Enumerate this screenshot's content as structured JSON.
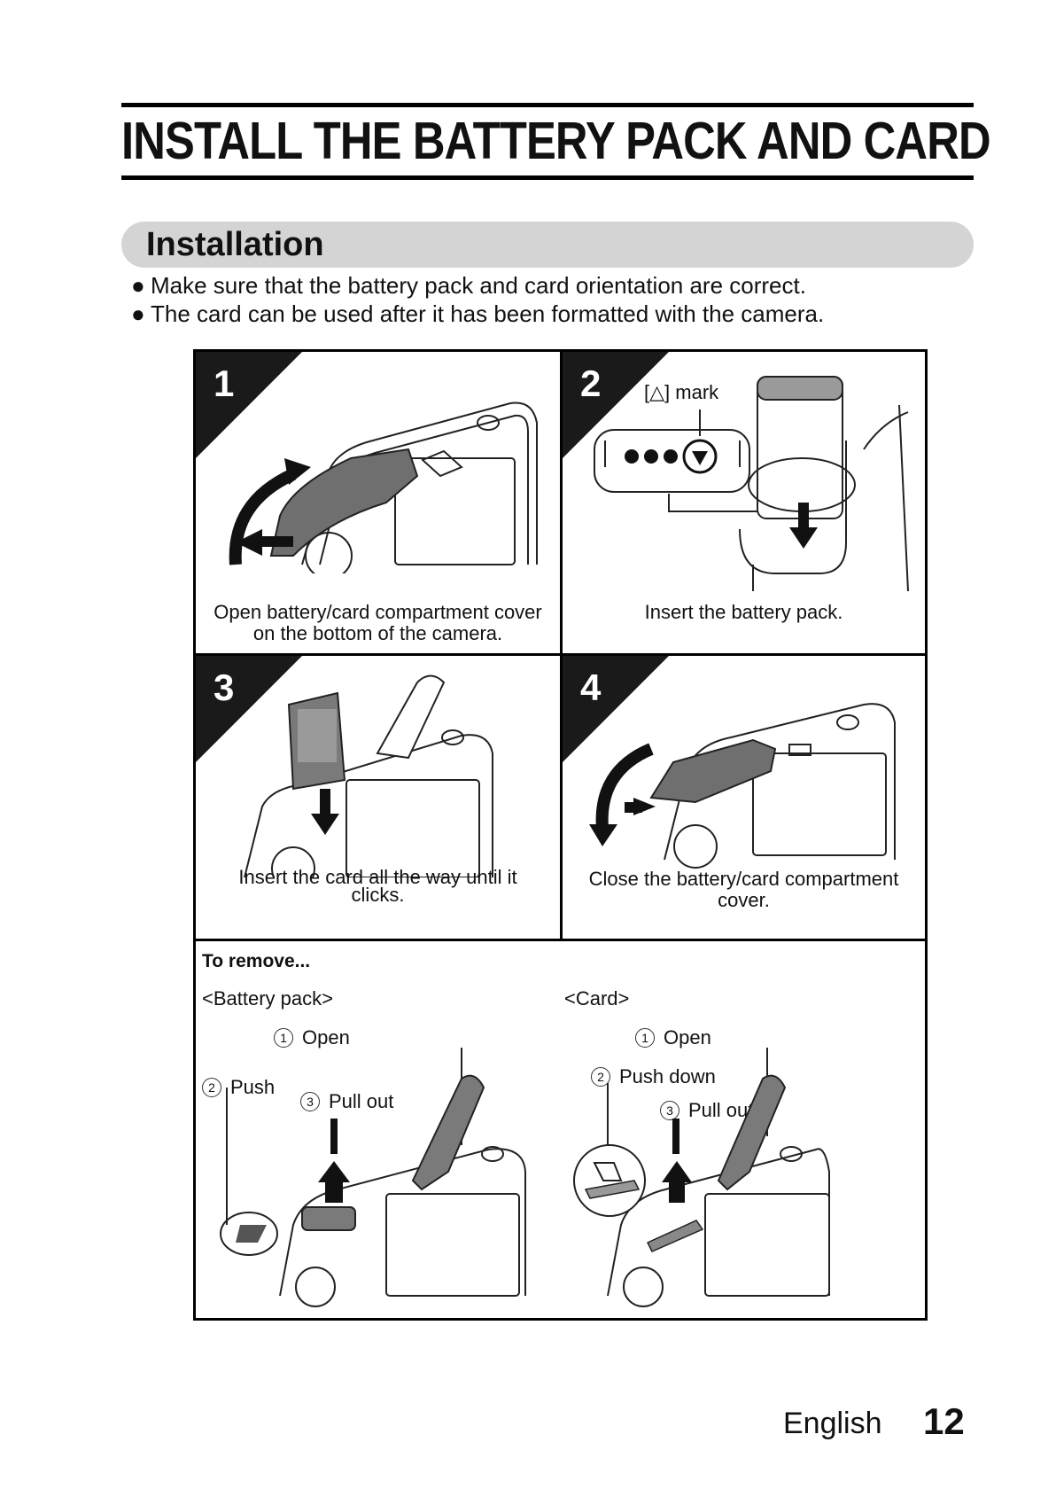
{
  "page": {
    "title": "INSTALL THE BATTERY PACK AND CARD",
    "section_title": "Installation",
    "bullets": [
      "Make sure that the battery pack and card orientation are correct.",
      "The card can be used after it has been formatted with the camera."
    ],
    "steps": [
      {
        "number": "1",
        "caption_lines": [
          "Open battery/card compartment cover",
          "on the bottom of the camera."
        ]
      },
      {
        "number": "2",
        "caption_lines": [
          "Insert the battery pack."
        ],
        "mark_label": "[△] mark"
      },
      {
        "number": "3",
        "caption_lines": [
          "Insert the card all the way until it",
          "clicks."
        ]
      },
      {
        "number": "4",
        "caption_lines": [
          "Close the battery/card compartment",
          "cover."
        ]
      }
    ],
    "remove": {
      "heading": "To remove...",
      "battery": {
        "label": "<Battery pack>",
        "open": "Open",
        "push": "Push",
        "pull": "Pull out",
        "n1": "1",
        "n2": "2",
        "n3": "3"
      },
      "card": {
        "label": "<Card>",
        "open": "Open",
        "push": "Push down",
        "pull": "Pull out",
        "n1": "1",
        "n2": "2",
        "n3": "3"
      }
    },
    "footer": {
      "language": "English",
      "page_number": "12"
    }
  }
}
